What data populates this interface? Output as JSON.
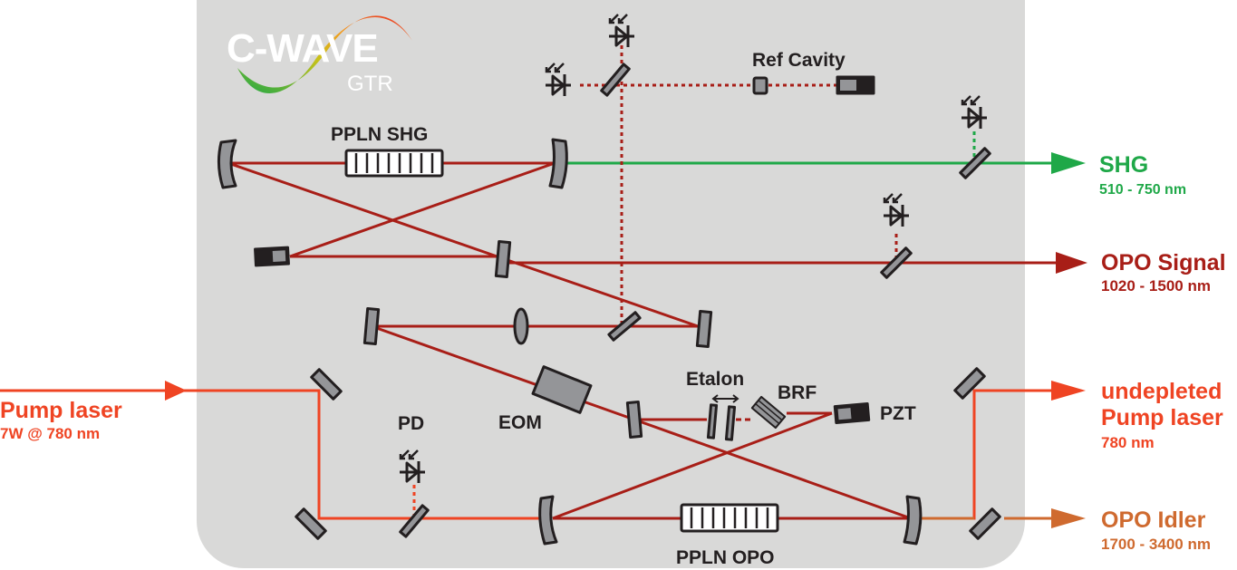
{
  "logo": {
    "brand": "C-WAVE",
    "model": "GTR"
  },
  "colors": {
    "panel": "#d9d9d8",
    "cavity_beam": "#a81e17",
    "pump_beam": "#ef4423",
    "shg_beam": "#1fa848",
    "idler_beam": "#cf6a2f",
    "component_fill": "#949598",
    "component_stroke": "#231f20"
  },
  "components": {
    "ref_cavity": "Ref Cavity",
    "ppln_shg": "PPLN SHG",
    "ppln_opo": "PPLN OPO",
    "etalon": "Etalon",
    "brf": "BRF",
    "pzt": "PZT",
    "eom": "EOM",
    "pd": "PD"
  },
  "inputs": [
    {
      "name": "Pump laser",
      "detail": "7W @ 780 nm"
    }
  ],
  "outputs": {
    "shg": {
      "name": "SHG",
      "detail": "510 - 750 nm"
    },
    "signal": {
      "name": "OPO Signal",
      "detail": "1020 - 1500 nm"
    },
    "pump": {
      "name_line1": "undepleted",
      "name_line2": "Pump laser",
      "detail": "780 nm"
    },
    "idler": {
      "name": "OPO Idler",
      "detail": "1700 - 3400 nm"
    }
  }
}
